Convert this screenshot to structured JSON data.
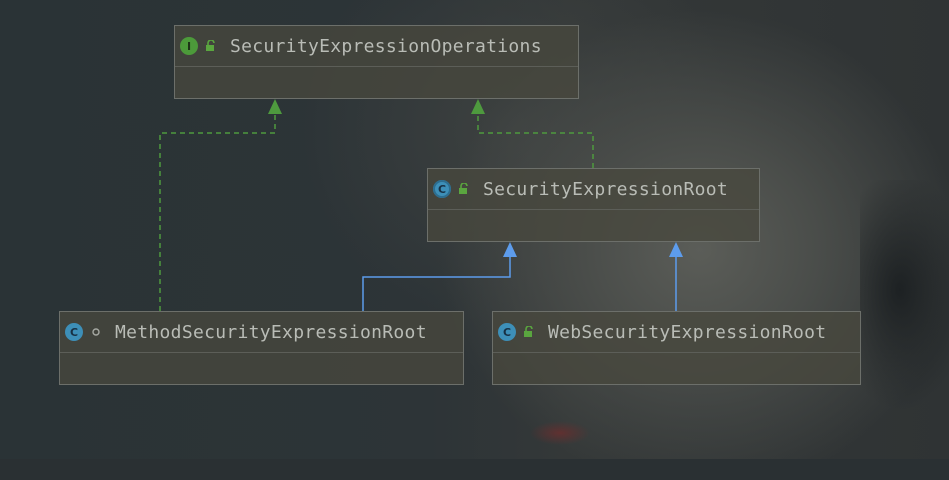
{
  "nodes": [
    {
      "id": "security-expression-operations",
      "kind": "I",
      "modifier": "public",
      "name": "SecurityExpressionOperations"
    },
    {
      "id": "security-expression-root",
      "kind": "C",
      "modifier": "public",
      "abstract": true,
      "name": "SecurityExpressionRoot"
    },
    {
      "id": "method-security-expression-root",
      "kind": "C",
      "modifier": "package-private",
      "name": "MethodSecurityExpressionRoot"
    },
    {
      "id": "web-security-expression-root",
      "kind": "C",
      "modifier": "public",
      "name": "WebSecurityExpressionRoot"
    }
  ],
  "edges": [
    {
      "from": "security-expression-root",
      "to": "security-expression-operations",
      "type": "implements"
    },
    {
      "from": "method-security-expression-root",
      "to": "security-expression-operations",
      "type": "implements"
    },
    {
      "from": "method-security-expression-root",
      "to": "security-expression-root",
      "type": "extends"
    },
    {
      "from": "web-security-expression-root",
      "to": "security-expression-root",
      "type": "extends"
    }
  ],
  "colors": {
    "implements": "#4e9a3e",
    "extends": "#5d9cec",
    "interface_badge": "#4c9a3a",
    "class_badge": "#3d8fb8"
  }
}
